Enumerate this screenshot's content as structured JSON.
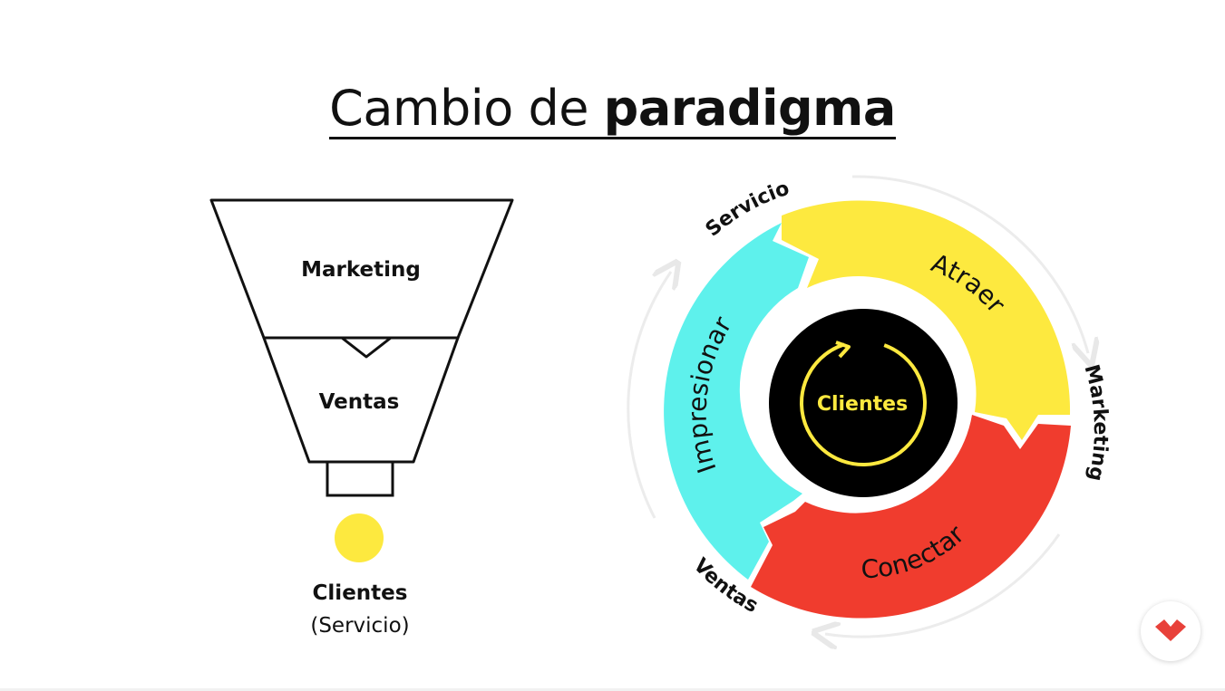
{
  "title": {
    "regular": "Cambio de",
    "bold": "paradigma"
  },
  "funnel": {
    "top_label": "Marketing",
    "middle_label": "Ventas",
    "result_label": "Clientes",
    "result_sublabel": "(Servicio)",
    "dot_color": "#FDE93F"
  },
  "flywheel": {
    "center_label": "Clientes",
    "segments": [
      {
        "label": "Atraer",
        "color": "#FDE93F"
      },
      {
        "label": "Conectar",
        "color": "#F03C2E"
      },
      {
        "label": "Impresionar",
        "color": "#5EF1EC"
      }
    ],
    "outer_labels": {
      "top": "Servicio",
      "right": "Marketing",
      "bottom": "Ventas"
    },
    "center_color": "#000000",
    "center_ring_color": "#FDE93F"
  },
  "logo": {
    "name": "brand-logo-icon",
    "color": "#E8413A"
  }
}
